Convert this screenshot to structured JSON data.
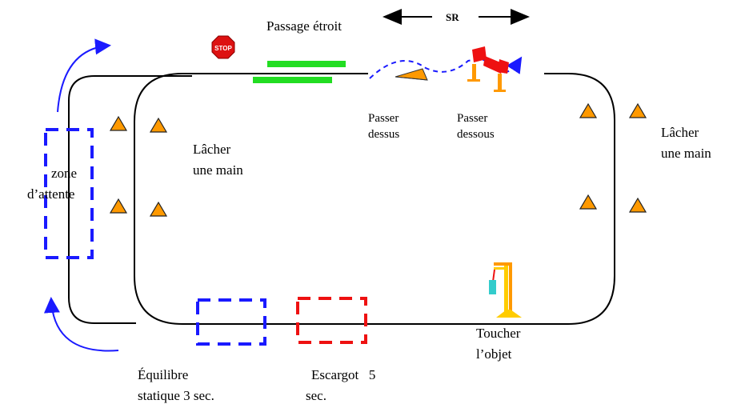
{
  "labels": {
    "passage_etroit": "Passage étroit",
    "sr": "SR",
    "stop_sign": "STOP",
    "passer_dessus_1": "Passer",
    "passer_dessus_2": "dessus",
    "passer_dessous_1": "Passer",
    "passer_dessous_2": "dessous",
    "lacher_left_1": "Lâcher",
    "lacher_left_2": "une main",
    "lacher_right_1": "Lâcher",
    "lacher_right_2": "une main",
    "zone_1": "zone",
    "zone_2": "d’attente",
    "toucher_1": "Toucher",
    "toucher_2": "l’objet",
    "equilibre_1": "Équilibre",
    "equilibre_2": "statique 3 sec.",
    "escargot_1": "Escargot   5",
    "escargot_2": "sec."
  },
  "colors": {
    "track": "#000000",
    "waiting_zone": "#1a1aff",
    "arrows": "#1a1aff",
    "narrow_passage": "#22dd22",
    "snail_zone": "#ee1111",
    "cone_fill": "#ff9900",
    "stop_red": "#dd1111"
  }
}
